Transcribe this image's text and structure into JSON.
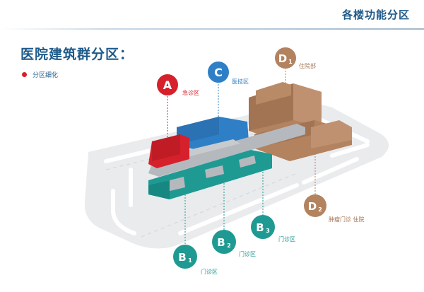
{
  "header": {
    "title": "各楼功能分区"
  },
  "page": {
    "title": "医院建筑群分区："
  },
  "legend": {
    "text": "分区细化"
  },
  "colors": {
    "emergency": "#d6202b",
    "tech": "#2f7fc7",
    "inpatient": "#b3825e",
    "outpatient": "#1f9a93",
    "corridor": "#b5b9bd",
    "ground": "#e9ebed",
    "road": "#ffffff"
  },
  "zones": {
    "A": {
      "letter": "A",
      "sub": "",
      "label": "急诊区"
    },
    "C": {
      "letter": "C",
      "sub": "",
      "label": "医技区"
    },
    "D1": {
      "letter": "D",
      "sub": "1",
      "label": "住院部"
    },
    "D2": {
      "letter": "D",
      "sub": "2",
      "label": "肿瘤门诊  住院"
    },
    "B1": {
      "letter": "B",
      "sub": "1",
      "label": "门诊区"
    },
    "B2": {
      "letter": "B",
      "sub": "2",
      "label": "门诊区"
    },
    "B3": {
      "letter": "B",
      "sub": "3",
      "label": "门诊区"
    }
  }
}
